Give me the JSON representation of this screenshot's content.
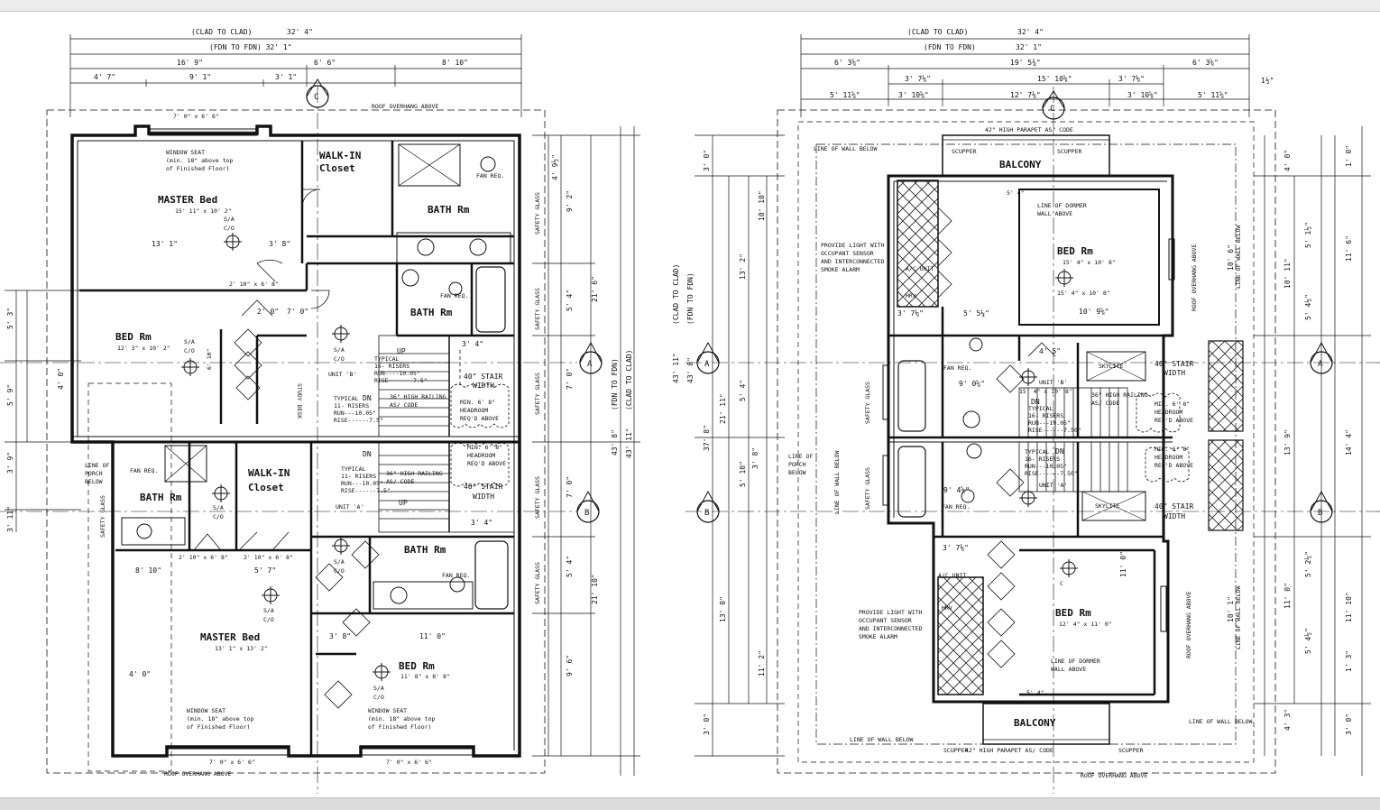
{
  "left_plan": {
    "dims_top": {
      "clad": "(CLAD TO CLAD)",
      "clad_val": "32' 4\"",
      "fdn": "(FDN TO FDN) 32' 1\"",
      "row3": [
        "16' 9\"",
        "6' 6\"",
        "8' 10\""
      ],
      "row4": [
        "4' 7\"",
        "9' 1\"",
        "3' 1\""
      ]
    },
    "roof_overhang_top": "ROOF OVERHANG ABOVE",
    "roof_overhang_bottom": "ROOF OVERHANG ABOVE",
    "window_top": "7' 0\" x 6' 6\"",
    "window_seat_top": [
      "WINDOW SEAT",
      "(min. 18\" above top",
      "of Finished Floor)"
    ],
    "walkin_top": [
      "WALK-IN",
      "Closet"
    ],
    "master_top": "MASTER Bed",
    "master_top_size": "15' 11\" x 10' 2\"",
    "sa_co": [
      "S/A",
      "C/O"
    ],
    "dim_13_1": "13' 1\"",
    "dim_3_8": "3' 8\"",
    "bath_rm_1": "BATH Rm",
    "bath_rm_2": "BATH Rm",
    "bath_rm_3": "BATH Rm",
    "bath_rm_4": "BATH Rm",
    "fan_req": "FAN REQ.",
    "bed_rm_left": "BED Rm",
    "bed_rm_left_size": "12' 3\" x 10' 2\"",
    "unit_b": "UNIT 'B'",
    "unit_a": "UNIT 'A'",
    "up": "UP",
    "dn": "DN",
    "stair_typ_1": [
      "TYPICAL",
      "16- RISERS",
      "RUN----10.05\"",
      "RISE-------7.5\""
    ],
    "stair_typ_2": [
      "TYPICAL",
      "11- RISERS",
      "RUN---10.05\"",
      "RISE------7.5\""
    ],
    "stair_width": [
      "40\" STAIR",
      "WIDTH"
    ],
    "railing": [
      "36\" HIGH RAILING",
      "AS/ CODE"
    ],
    "headroom": [
      "MIN. 6' 8\"",
      "HEADROOM",
      "REQ'D ABOVE"
    ],
    "study_desk": "STUDY DESK",
    "safety_glass": "SAFETY GLASS",
    "line_of_porch": [
      "LINE OF",
      "PORCH",
      "BELOW"
    ],
    "walkin_bot": [
      "WALK-IN",
      "Closet"
    ],
    "master_bot": "MASTER Bed",
    "master_bot_size": "13' 1\" x 13' 2\"",
    "bed_rm_bot": "BED Rm",
    "bed_rm_bot_size": "11' 8\" x 8' 8\"",
    "window_seat_bot": [
      "WINDOW SEAT",
      "(min. 18\" above top",
      "of Finished Floor)"
    ],
    "window_bot_1": "7' 0\" x 6' 6\"",
    "window_bot_2": "7' 0\" x 6' 6\"",
    "dims_misc": [
      "2' 10\" x 6' 8\"",
      "2' 0\"",
      "7' 0\"",
      "8' 10\"",
      "5' 7\"",
      "4' 0\"",
      "11' 0\"",
      "3' 8\"",
      "3' 4\"",
      "6' 10\""
    ],
    "side_right": [
      "4' 9½\"",
      "9' 2\"",
      "21' 6\"",
      "5' 4\"",
      "7' 0\"",
      "7' 0\"",
      "5' 4\"",
      "21' 10\"",
      "9' 6\"",
      "43' 8\"",
      "43' 11\""
    ],
    "fdn_side": "(FDN TO FDN)",
    "clad_side": "(CLAD TO CLAD)",
    "side_left": [
      "5' 3\"",
      "4' 0\"",
      "5' 9\"",
      "3' 9\"",
      "3' 11\""
    ],
    "grid_a": "A",
    "grid_b": "B",
    "grid_c": "C"
  },
  "right_plan": {
    "dims_top": {
      "clad": "(CLAD TO CLAD)",
      "clad_val": "32' 4\"",
      "fdn": "(FDN TO FDN)",
      "fdn_val": "32' 1\"",
      "row3": [
        "6' 3⅝\"",
        "19' 5¾\"",
        "6' 3⅝\""
      ],
      "row4": [
        "3' 7⅛\"",
        "15' 10⅝\"",
        "3' 7⅛\"",
        "1½\""
      ],
      "row5": [
        "5' 11⅝\"",
        "3' 10⅝\"",
        "12' 7⅛\"",
        "3' 10⅝\"",
        "5' 11⅝\""
      ]
    },
    "parapet_top": "42\" HIGH PARAPET AS/ CODE",
    "parapet_bot": "42\" HIGH PARAPET AS/ CODE",
    "scupper": "SCUPPER",
    "balcony_top": "BALCONY",
    "balcony_bot": "BALCONY",
    "line_of_wall_below": "LINE OF WALL BELOW",
    "line_of_dormer": [
      "LINE OF DORMER",
      "WALL ABOVE"
    ],
    "bed_rm_top": "BED Rm",
    "bed_rm_top_size": "15' 4\" x 10' 8\"",
    "bed_rm_bot": "BED Rm",
    "bed_rm_bot_size": "12' 4\" x 11' 0\"",
    "provide_light": [
      "PROVIDE LIGHT WITH",
      "OCCUPANT SENSOR",
      "AND INTERCONNECTED",
      "SMOKE ALARM"
    ],
    "hrv": "HRV",
    "ac_unit": "A/C UNIT",
    "unit_b": "UNIT 'B'",
    "unit_a": "UNIT 'A'",
    "dn": "DN",
    "skylite": "SKYLITE",
    "stair_width": [
      "40\" STAIR",
      "WIDTH"
    ],
    "railing": [
      "36\" HIGH RAILING",
      "AS/ CODE"
    ],
    "headroom": [
      "MIN. 6' 8\"",
      "HEADROOM",
      "REQ'D ABOVE"
    ],
    "stair_typ_1": [
      "TYPICAL",
      "16- RISERS",
      "RUN---10.05\"",
      "RISE------7.50\""
    ],
    "stair_typ_2": [
      "TYPICAL",
      "16- RISERS",
      "RUN---10.05\"",
      "RISE------7.50\""
    ],
    "roof_overhang_bottom": "ROOF OVERHANG ABOVE",
    "roof_overhang_side": "ROOF OVERHANG ABOVE",
    "line_wall_below_side": "LINE OF WALL BELOW",
    "fan_req": "FAN REQ.",
    "safety_glass": "SAFETY GLASS",
    "line_of_porch": [
      "LINE OF",
      "PORCH",
      "BELOW"
    ],
    "dims_misc": [
      "9' 0⅝\"",
      "9' 4⅝\"",
      "10' 9⅝\"",
      "5' 5¼\"",
      "3' 7⅛\"",
      "3' 7⅛\"",
      "5' 4\"",
      "4' 5\"",
      "11' 6\"",
      "11' 0\""
    ],
    "side_right": [
      "4' 0\"",
      "5' 1½\"",
      "10' 11\"",
      "5' 4½\"",
      "13' 9\"",
      "5' 2½\"",
      "11' 0\"",
      "5' 4½\"",
      "4' 3\"",
      "1' 0\"",
      "11' 6\"",
      "10' 6\"",
      "14' 4\"",
      "10' 1\"",
      "11' 10\"",
      "1' 3\"",
      "3' 0\""
    ],
    "side_left": [
      "3' 0\"",
      "10' 10\"",
      "13' 2\"",
      "5' 4\"",
      "21' 11\"",
      "37' 8\"",
      "43' 8\"",
      "43' 11\"",
      "5' 10\"",
      "3' 8\"",
      "13' 0\"",
      "11' 2\"",
      "3' 0\""
    ],
    "fdn_side": "(FDN TO FDN)",
    "clad_side": "(CLAD TO CLAD)",
    "grid_a": "A",
    "grid_b": "B",
    "grid_c": "C"
  }
}
